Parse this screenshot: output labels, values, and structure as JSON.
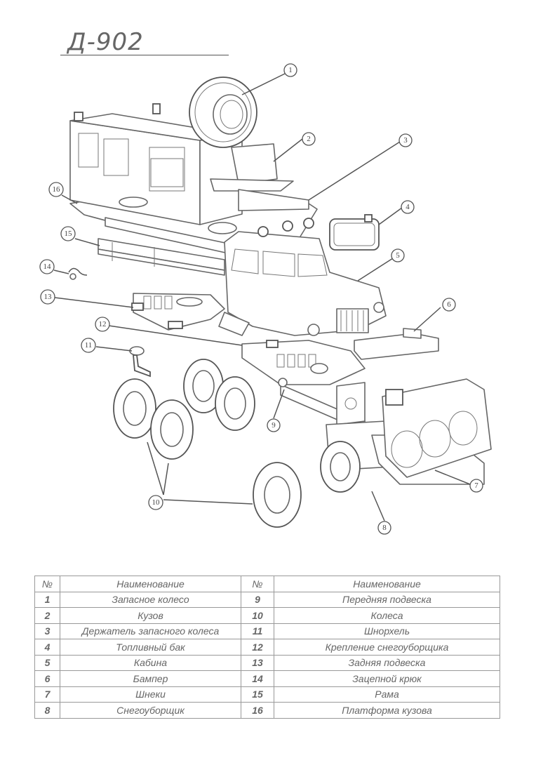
{
  "title": "Д-902",
  "callouts": [
    "1",
    "2",
    "3",
    "4",
    "5",
    "6",
    "7",
    "8",
    "9",
    "10",
    "11",
    "12",
    "13",
    "14",
    "15",
    "16"
  ],
  "table": {
    "header": {
      "num": "№",
      "name": "Наименование"
    },
    "rows": [
      {
        "l_num": "1",
        "l_name": "Запасное колесо",
        "r_num": "9",
        "r_name": "Передняя подвеска"
      },
      {
        "l_num": "2",
        "l_name": "Кузов",
        "r_num": "10",
        "r_name": "Колеса"
      },
      {
        "l_num": "3",
        "l_name": "Держатель запасного колеса",
        "r_num": "11",
        "r_name": "Шнорхель"
      },
      {
        "l_num": "4",
        "l_name": "Топливный бак",
        "r_num": "12",
        "r_name": "Крепление снегоуборщика"
      },
      {
        "l_num": "5",
        "l_name": "Кабина",
        "r_num": "13",
        "r_name": "Задняя подвеска"
      },
      {
        "l_num": "6",
        "l_name": "Бампер",
        "r_num": "14",
        "r_name": "Зацепной крюк"
      },
      {
        "l_num": "7",
        "l_name": "Шнеки",
        "r_num": "15",
        "r_name": "Рама"
      },
      {
        "l_num": "8",
        "l_name": "Снегоуборщик",
        "r_num": "16",
        "r_name": "Платформа кузова"
      }
    ]
  }
}
